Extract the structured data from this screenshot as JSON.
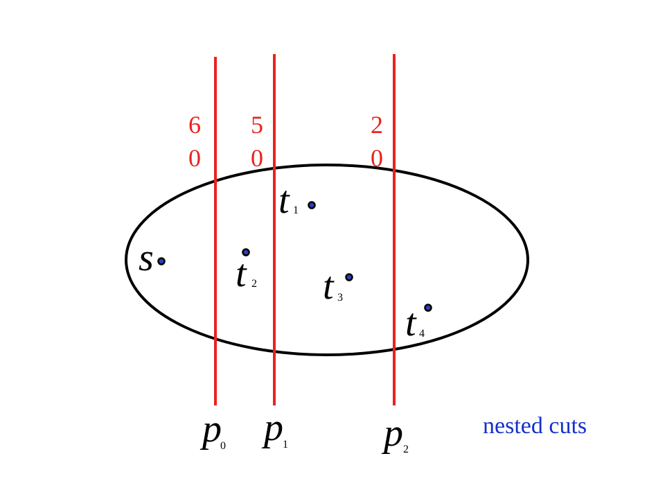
{
  "colors": {
    "cut": "#e8231e",
    "outline": "#000000",
    "node_fill": "#2b3fb8",
    "caption": "#1530c8"
  },
  "region": {
    "name": "vertex-set"
  },
  "cuts": [
    {
      "id": "p0",
      "label_base": "p",
      "label_sub": "0",
      "capacity_digits": [
        "6",
        "0"
      ]
    },
    {
      "id": "p1",
      "label_base": "p",
      "label_sub": "1",
      "capacity_digits": [
        "5",
        "0"
      ]
    },
    {
      "id": "p2",
      "label_base": "p",
      "label_sub": "2",
      "capacity_digits": [
        "2",
        "0"
      ]
    }
  ],
  "nodes": [
    {
      "id": "s",
      "base": "s",
      "sub": ""
    },
    {
      "id": "t1",
      "base": "t",
      "sub": "1"
    },
    {
      "id": "t2",
      "base": "t",
      "sub": "2"
    },
    {
      "id": "t3",
      "base": "t",
      "sub": "3"
    },
    {
      "id": "t4",
      "base": "t",
      "sub": "4"
    }
  ],
  "caption": "nested cuts"
}
